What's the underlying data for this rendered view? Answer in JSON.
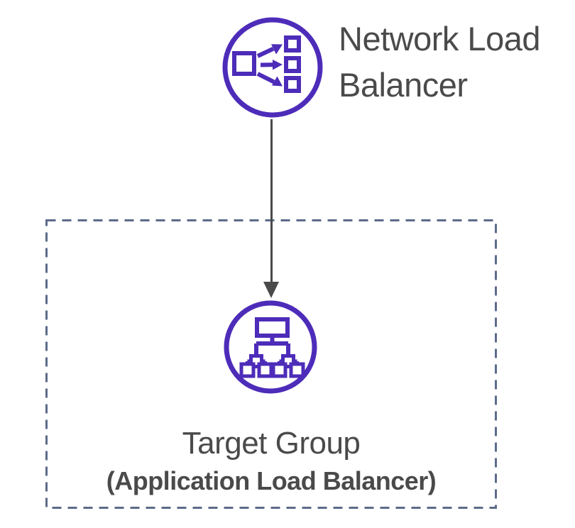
{
  "diagram": {
    "nodes": {
      "network_load_balancer": {
        "label": "Network Load Balancer",
        "icon": "network-load-balancer-icon"
      },
      "target_group": {
        "label": "Target Group",
        "sublabel": "(Application Load Balancer)",
        "icon": "target-group-icon",
        "boundary": "dashed-rectangle"
      }
    },
    "connector": {
      "type": "arrow",
      "direction": "down",
      "from": "network_load_balancer",
      "to": "target_group"
    },
    "colors": {
      "purple": "#4D2CB9",
      "text": "#4A4A4A",
      "arrow": "#4A4A4A",
      "boundary": "#5C6B8A",
      "bg": "#FFFFFF"
    }
  }
}
